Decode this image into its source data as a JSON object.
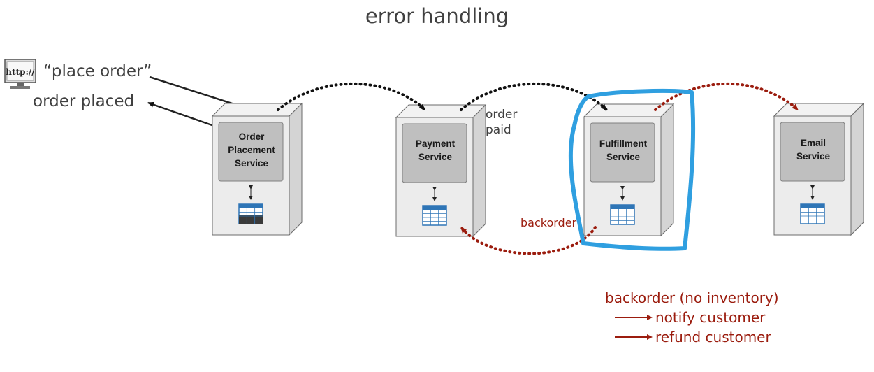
{
  "title": "error handling",
  "client": {
    "icon": "browser-http-icon",
    "request_label": "“place order”",
    "response_label": "order placed"
  },
  "services": [
    {
      "id": "order",
      "name": "Order\nPlacement\nService"
    },
    {
      "id": "payment",
      "name": "Payment\nService"
    },
    {
      "id": "fulfillment",
      "name": "Fulfillment\nService"
    },
    {
      "id": "email",
      "name": "Email\nService"
    }
  ],
  "events": {
    "order_paid": "order\npaid",
    "backorder": "backorder"
  },
  "notes": {
    "heading": "backorder (no inventory)",
    "items": [
      "notify customer",
      "refund customer"
    ]
  },
  "colors": {
    "error_red": "#9b1c0e",
    "highlight_blue": "#2f9fe0",
    "text_gray": "#404040",
    "db_blue": "#2e75b6"
  }
}
